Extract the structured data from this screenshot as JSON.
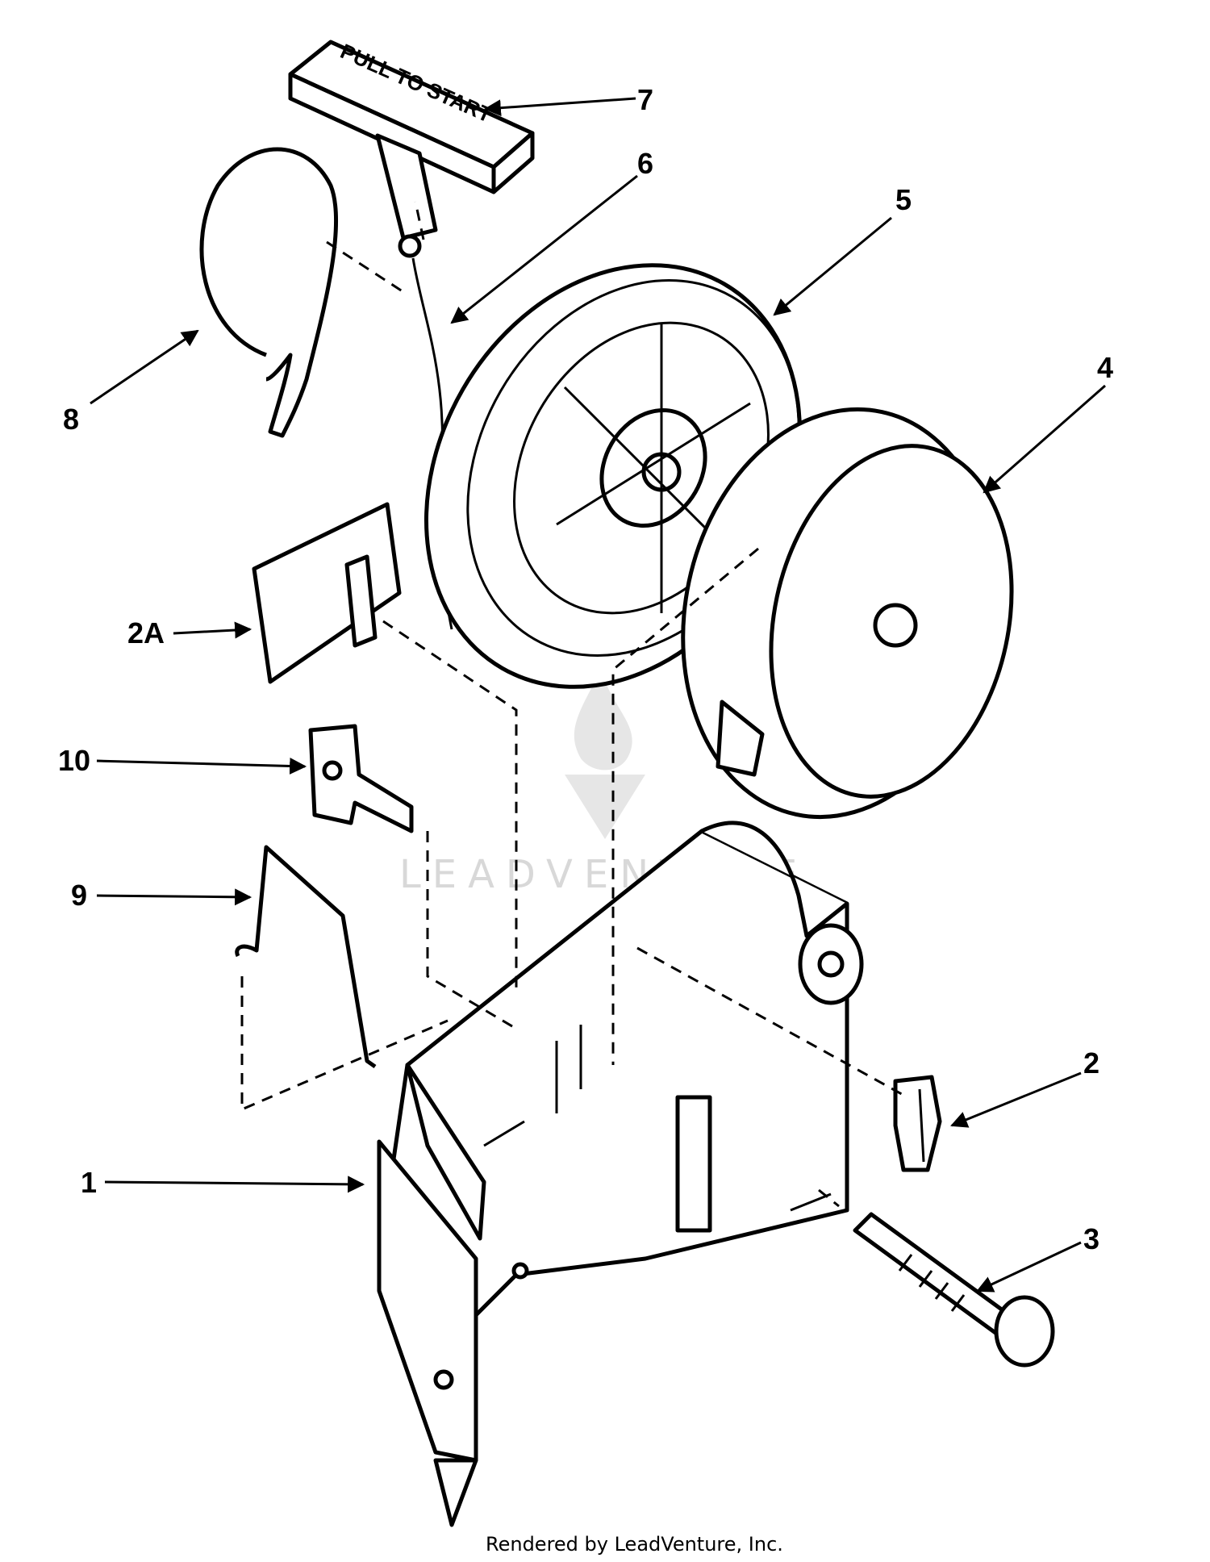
{
  "callouts": {
    "c7": "7",
    "c6": "6",
    "c5": "5",
    "c4": "4",
    "c8": "8",
    "c2a": "2A",
    "c10": "10",
    "c9": "9",
    "c2": "2",
    "c1": "1",
    "c3": "3"
  },
  "handle_text": "PULL TO START",
  "watermark": "LEADVENTURE",
  "footer": "Rendered by LeadVenture, Inc."
}
